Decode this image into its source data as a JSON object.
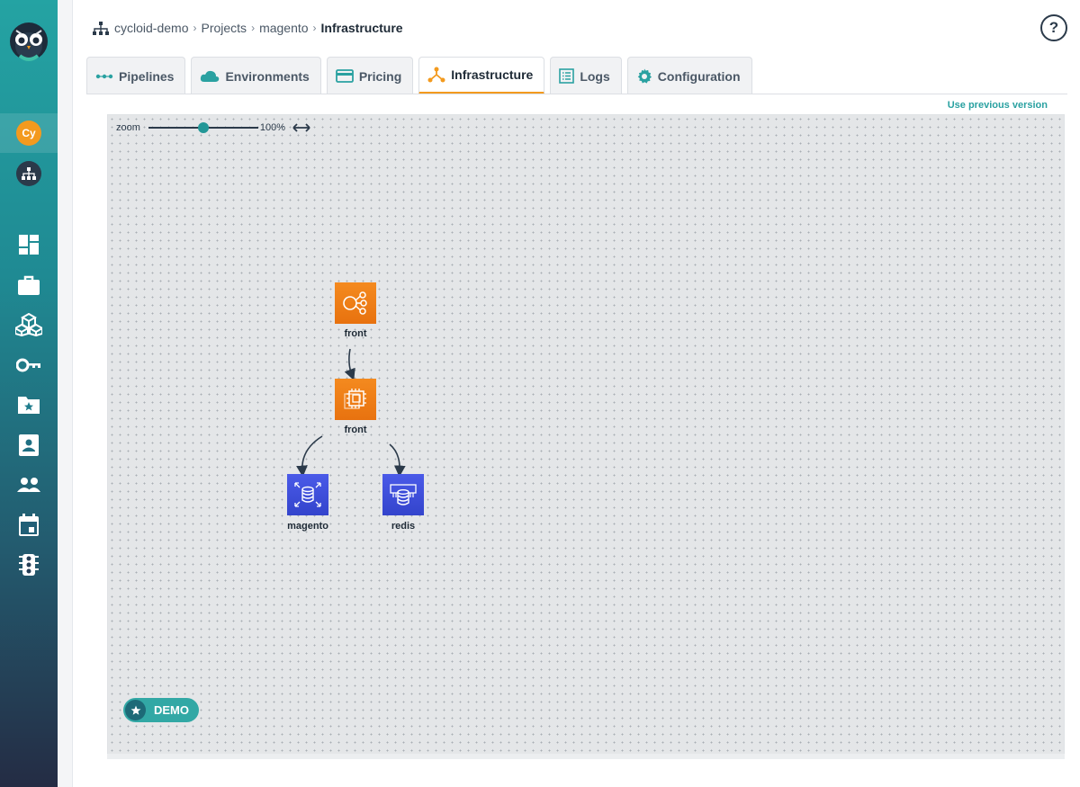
{
  "breadcrumb": {
    "org": "cycloid-demo",
    "projects": "Projects",
    "project": "magento",
    "current": "Infrastructure"
  },
  "help": {
    "label": "?"
  },
  "sidebar": {
    "org_avatar": "Cy",
    "items": [
      {
        "icon": "dashboard-icon"
      },
      {
        "icon": "briefcase-icon"
      },
      {
        "icon": "cubes-icon"
      },
      {
        "icon": "key-icon"
      },
      {
        "icon": "folder-star-icon"
      },
      {
        "icon": "contact-card-icon"
      },
      {
        "icon": "people-icon"
      },
      {
        "icon": "calendar-icon"
      },
      {
        "icon": "traffic-light-icon"
      }
    ]
  },
  "tabs": [
    {
      "label": "Pipelines",
      "icon": "pipeline-icon"
    },
    {
      "label": "Environments",
      "icon": "cloud-icon"
    },
    {
      "label": "Pricing",
      "icon": "card-icon"
    },
    {
      "label": "Infrastructure",
      "icon": "infrastructure-icon",
      "active": true
    },
    {
      "label": "Logs",
      "icon": "list-icon"
    },
    {
      "label": "Configuration",
      "icon": "gear-icon"
    }
  ],
  "use_previous_version": "Use previous version",
  "zoom": {
    "label": "zoom",
    "value": "100%",
    "level": 0.5
  },
  "nodes": [
    {
      "label": "front",
      "type": "load-balancer",
      "color": "#f48a1f"
    },
    {
      "label": "front",
      "type": "ec2-instance",
      "color": "#f48a1f"
    },
    {
      "label": "magento",
      "type": "rds-database",
      "color": "#4a5ae8"
    },
    {
      "label": "redis",
      "type": "elasticache",
      "color": "#4a5ae8"
    }
  ],
  "demo_badge": "DEMO",
  "colors": {
    "accent": "#2aa1a1",
    "active_tab": "#f39a1e",
    "dark": "#2b3a4a"
  }
}
